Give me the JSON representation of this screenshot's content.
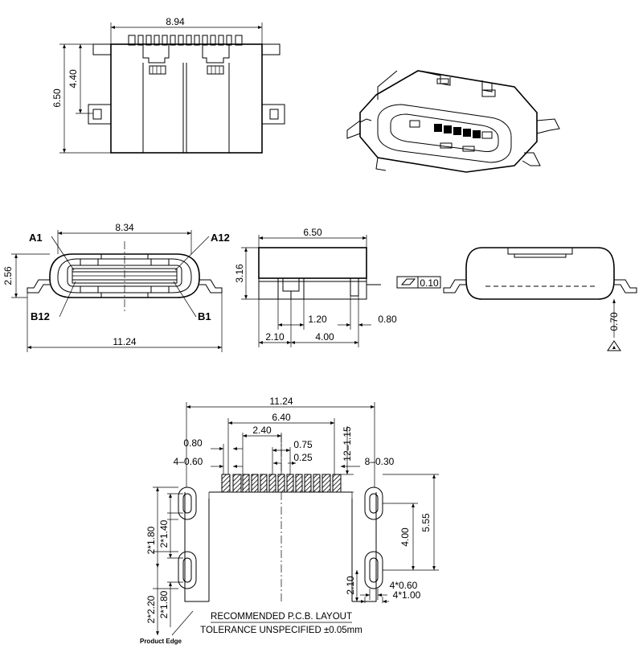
{
  "top_view": {
    "width_dim": "8.94",
    "height_dim": "6.50",
    "inner_height_dim": "4.40"
  },
  "front_view": {
    "inner_width_dim": "8.34",
    "overall_width_dim": "11.24",
    "height_dim": "2.56",
    "pin_labels": {
      "a1": "A1",
      "a12": "A12",
      "b12": "B12",
      "b1": "B1"
    }
  },
  "side_view": {
    "depth_dim": "6.50",
    "height_dim": "3.16",
    "dims": {
      "d120": "1.20",
      "d080": "0.80",
      "d210": "2.10",
      "d400": "4.00"
    }
  },
  "flatness_view": {
    "flatness_tol": "0.10",
    "offset_dim": "0.70"
  },
  "pcb_layout": {
    "overall_width": "11.24",
    "span_640": "6.40",
    "span_240": "2.40",
    "pitch_080": "0.80",
    "pitch_075": "0.75",
    "pad_025": "0.25",
    "pad_dim_12": "12–1.15",
    "pad_dim_8": "8–0.30",
    "pad_dim_4": "4–0.60",
    "dim_555": "5.55",
    "dim_400": "4.00",
    "dim_210": "2.10",
    "slot_w1": "4*0.60",
    "slot_w2": "4*1.00",
    "left_180a": "2*1.80",
    "left_140": "2*1.40",
    "left_220": "2*2.20",
    "left_180b": "2*1.80",
    "product_edge": "Product Edge",
    "note_line1": "RECOMMENDED   P.C.B. LAYOUT",
    "note_line2": "TOLERANCE  UNSPECIFIED  ±0.05mm"
  }
}
